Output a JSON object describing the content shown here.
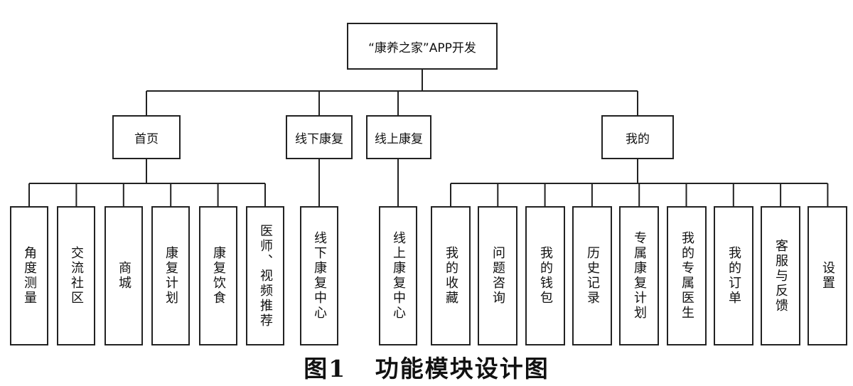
{
  "diagram": {
    "root": "“康养之家”APP开发",
    "branches": [
      {
        "label": "首页",
        "children": [
          "角度测量",
          "交流社区",
          "商城",
          "康复计划",
          "康复饮食",
          "医师、视频推荐"
        ]
      },
      {
        "label": "线下康复",
        "children": [
          "线下康复中心"
        ]
      },
      {
        "label": "线上康复",
        "children": [
          "线上康复中心"
        ]
      },
      {
        "label": "我的",
        "children": [
          "我的收藏",
          "问题咨询",
          "我的钱包",
          "历史记录",
          "专属康复计划",
          "我的专属医生",
          "我的订单",
          "客服与反馈",
          "设置"
        ]
      }
    ],
    "caption": "图1   功能模块设计图"
  }
}
